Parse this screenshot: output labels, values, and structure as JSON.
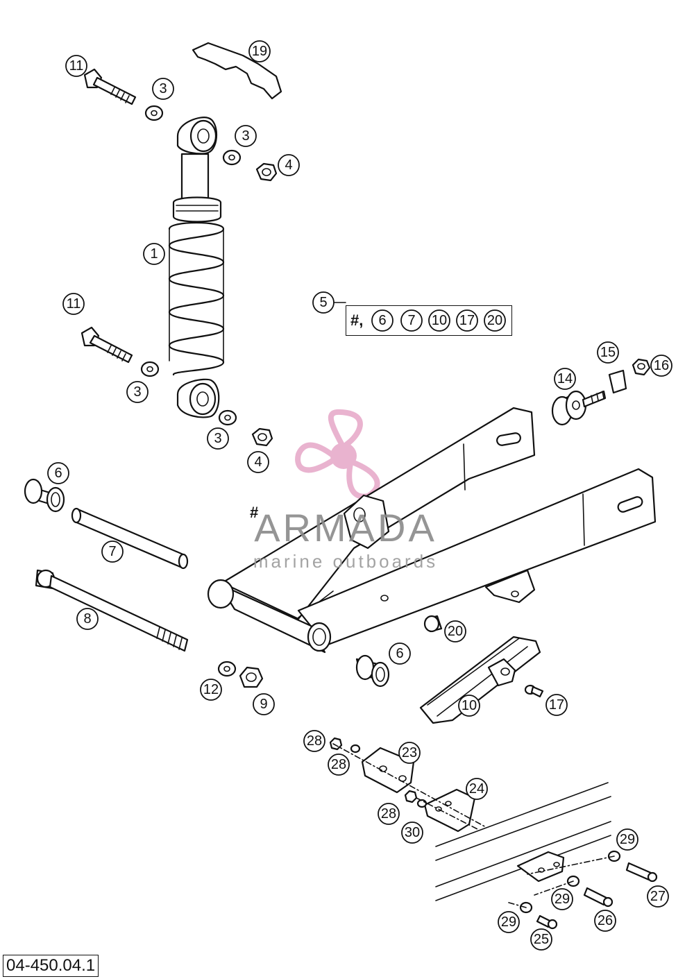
{
  "document_code": "04-450.04.1",
  "kit": {
    "ref": "5",
    "hash": "#,",
    "contents": [
      "6",
      "7",
      "10",
      "17",
      "20"
    ]
  },
  "swingarm_marker": "#",
  "watermark": {
    "brand": "ARMADA",
    "tagline": "marine outboards",
    "logo_color": "#e6a6c7"
  },
  "callouts": {
    "c11a": "11",
    "c3a": "3",
    "c19": "19",
    "c3b": "3",
    "c4a": "4",
    "c1": "1",
    "c11b": "11",
    "c3c": "3",
    "c3d": "3",
    "c4b": "4",
    "c14": "14",
    "c15": "15",
    "c16": "16",
    "c6a": "6",
    "c7": "7",
    "c8": "8",
    "c20": "20",
    "c6b": "6",
    "c12": "12",
    "c9": "9",
    "c10": "10",
    "c17": "17",
    "c28a": "28",
    "c28b": "28",
    "c23": "23",
    "c24": "24",
    "c28c": "28",
    "c30": "30",
    "c29a": "29",
    "c29b": "29",
    "c27": "27",
    "c26": "26",
    "c29c": "29",
    "c25": "25"
  }
}
